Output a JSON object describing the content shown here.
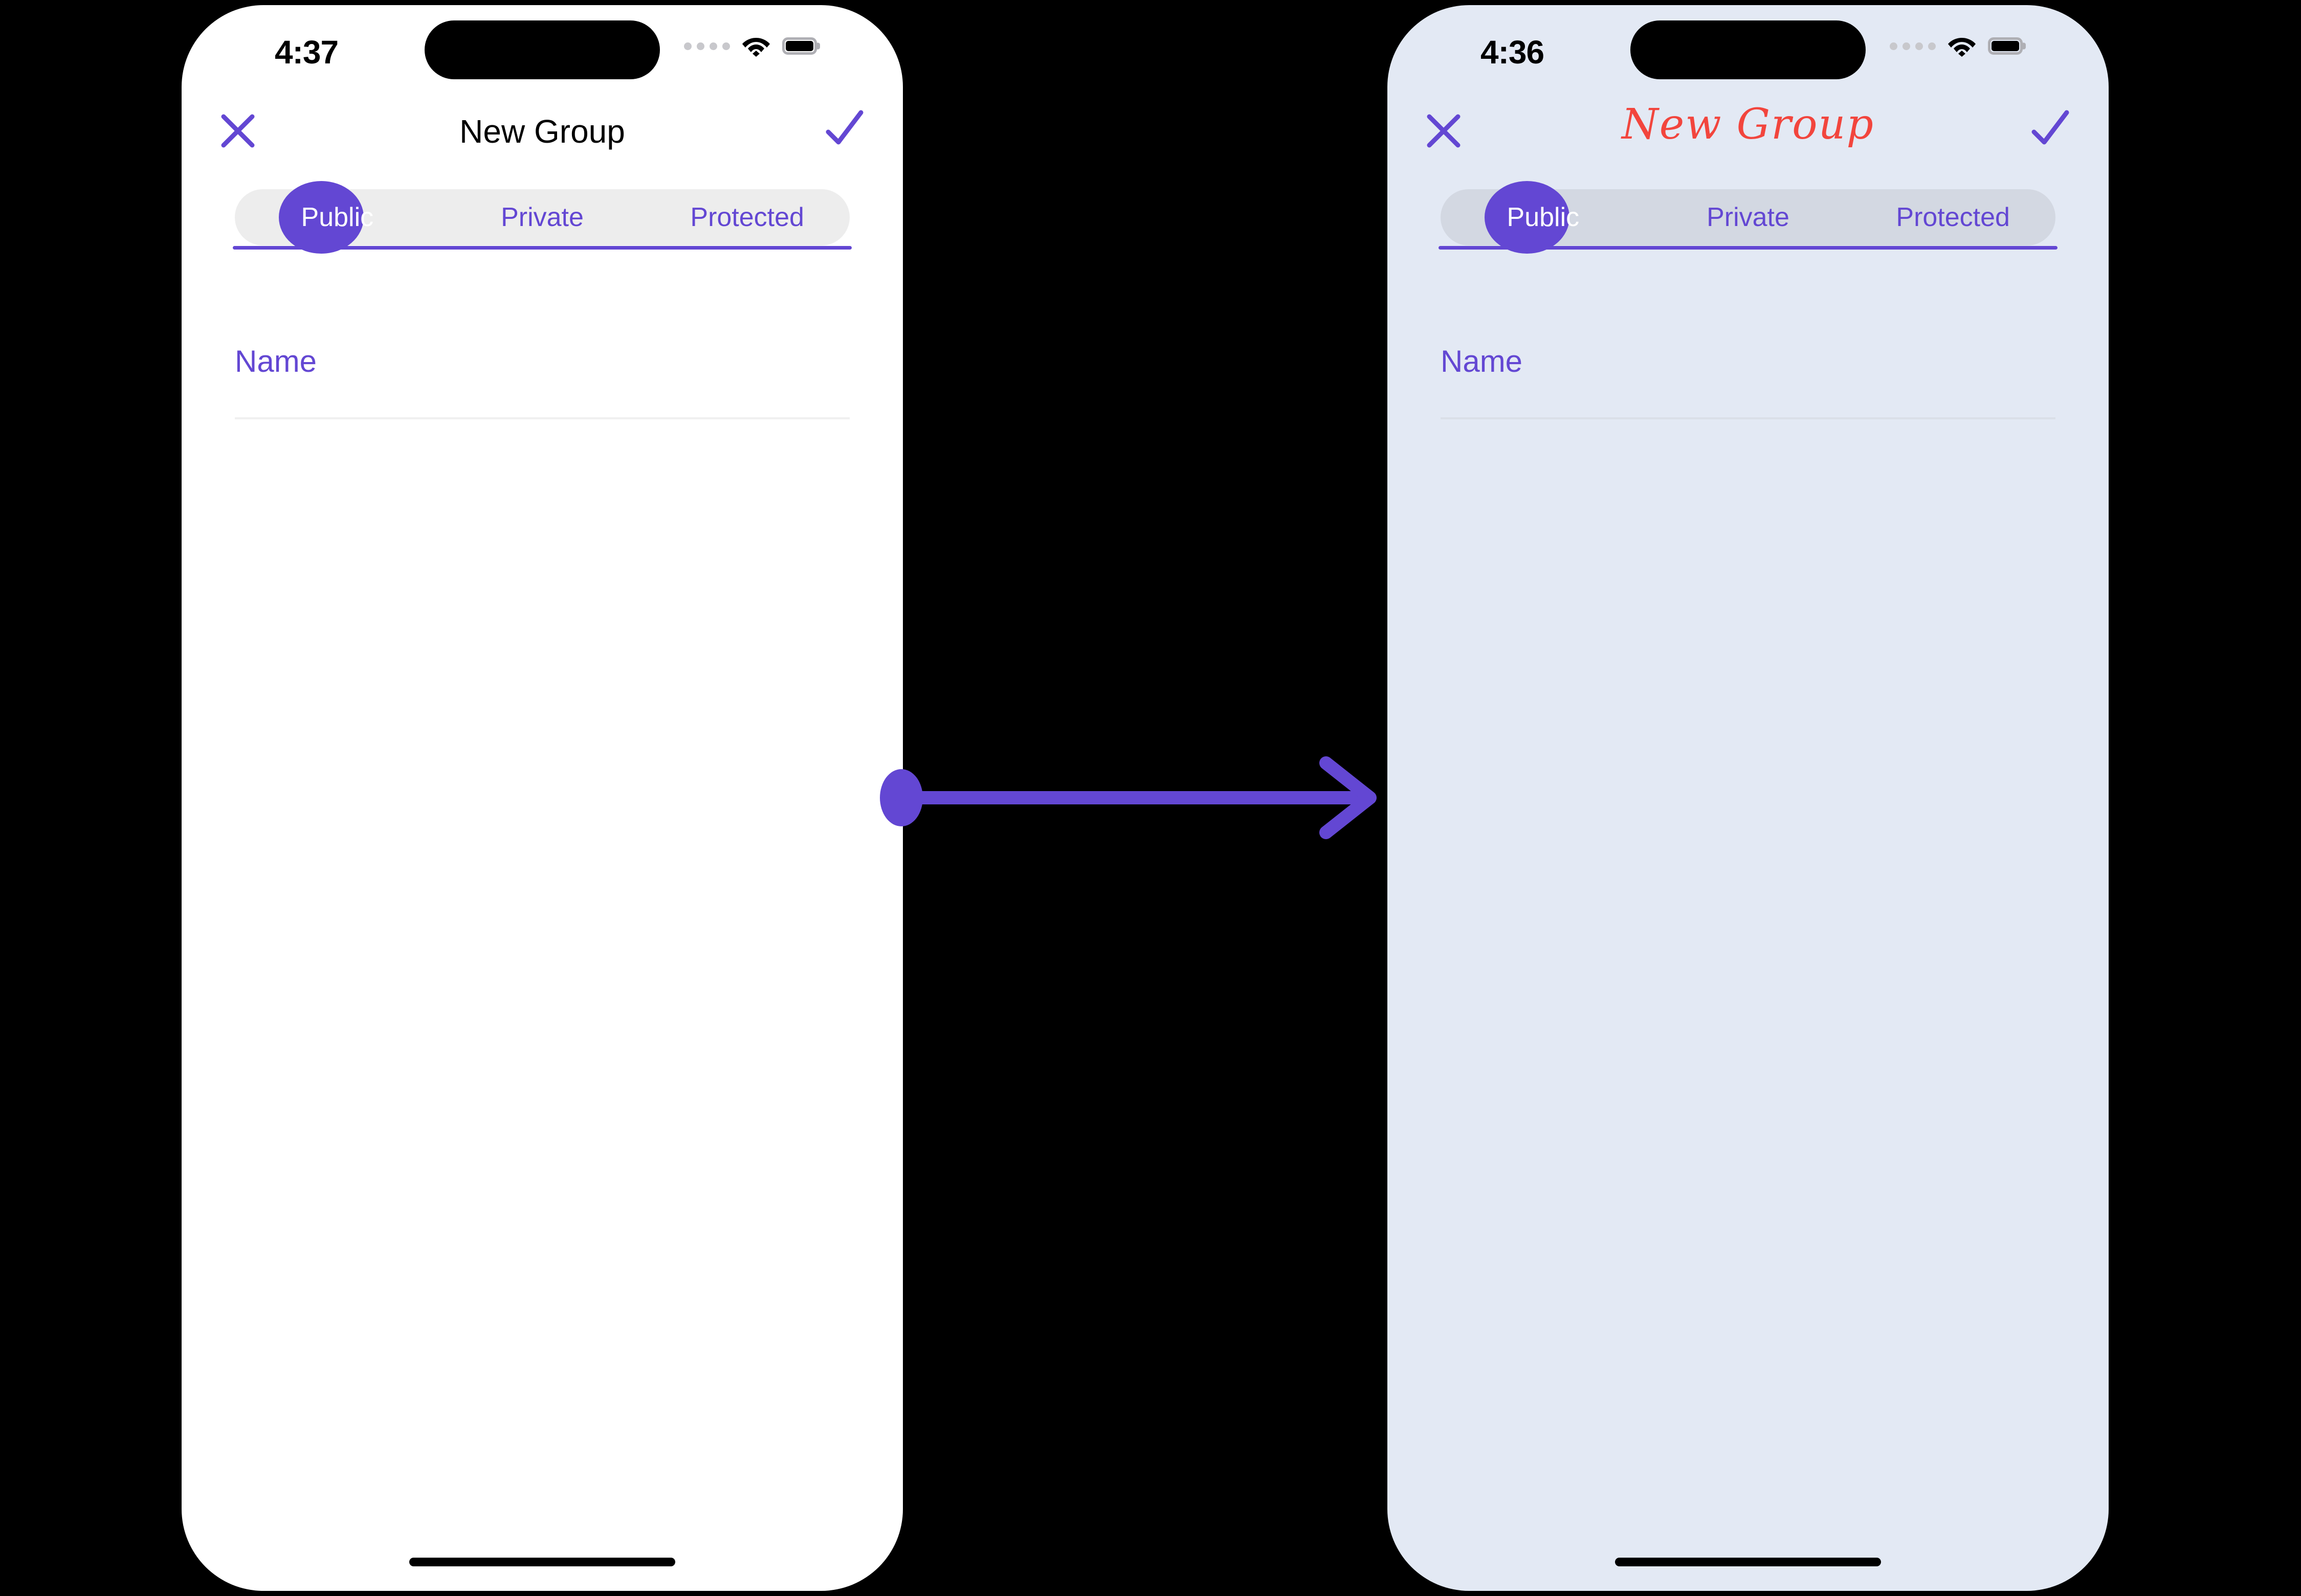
{
  "colors": {
    "accent_purple": "#6347D3",
    "title_red": "#F2453D",
    "phone_left_bg": "#FFFFFF",
    "phone_right_bg": "#E3E9F4",
    "tabbar_left_bg": "#EDEDED",
    "tabbar_right_bg": "#D3D8E2",
    "canvas_bg": "#000000"
  },
  "screens": [
    {
      "id": "before",
      "status": {
        "time": "4:37",
        "signal_icon": "cellular-dots-icon",
        "wifi_icon": "wifi-icon",
        "battery_icon": "battery-full-icon"
      },
      "nav": {
        "close_icon": "close-x-icon",
        "title": "New Group",
        "confirm_icon": "checkmark-icon"
      },
      "tabs": [
        {
          "label": "Public",
          "active": true
        },
        {
          "label": "Private",
          "active": false
        },
        {
          "label": "Protected",
          "active": false
        }
      ],
      "form": {
        "name_label": "Name",
        "name_value": "",
        "name_placeholder": "Name"
      }
    },
    {
      "id": "after",
      "status": {
        "time": "4:36",
        "signal_icon": "cellular-dots-icon",
        "wifi_icon": "wifi-icon",
        "battery_icon": "battery-full-icon"
      },
      "nav": {
        "close_icon": "close-x-icon",
        "title": "New Group",
        "confirm_icon": "checkmark-icon"
      },
      "tabs": [
        {
          "label": "Public",
          "active": true
        },
        {
          "label": "Private",
          "active": false
        },
        {
          "label": "Protected",
          "active": false
        }
      ],
      "form": {
        "name_label": "Name",
        "name_value": "",
        "name_placeholder": "Name"
      }
    }
  ],
  "connector": {
    "icon": "arrow-right-icon",
    "color": "#6347D3",
    "direction": "left-to-right"
  }
}
